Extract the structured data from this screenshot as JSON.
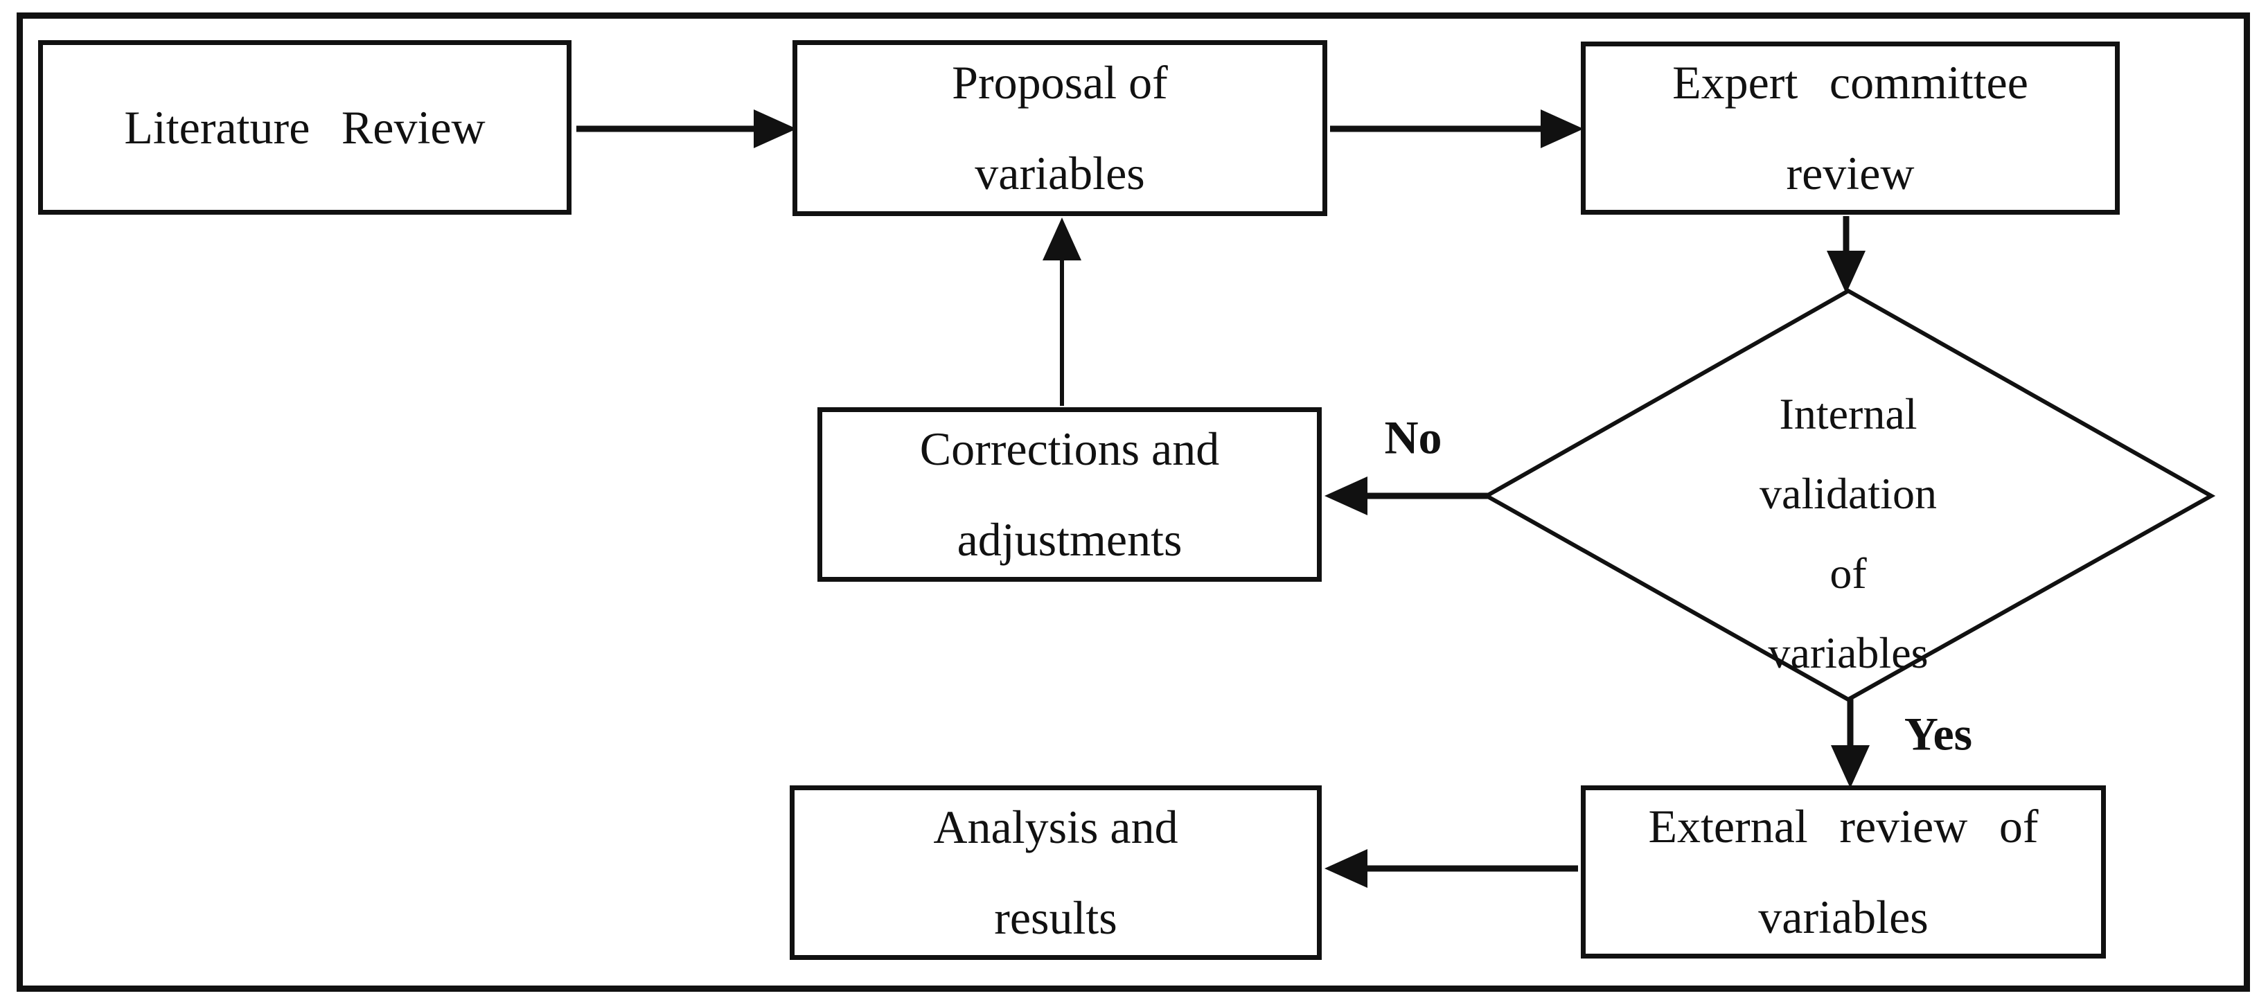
{
  "colors": {
    "ink": "#111111",
    "paper": "#ffffff"
  },
  "nodes": {
    "literature": {
      "label": "Literature Review"
    },
    "proposal": {
      "line1": "Proposal of",
      "line2": "variables"
    },
    "expert": {
      "line1": "Expert committee",
      "line2": "review"
    },
    "decision": {
      "line1": "Internal",
      "line2": "validation",
      "line3": "of",
      "line4": "variables"
    },
    "corrections": {
      "line1": "Corrections and",
      "line2": "adjustments"
    },
    "external": {
      "line1": "External review of",
      "line2": "variables"
    },
    "analysis": {
      "line1": "Analysis and",
      "line2": "results"
    }
  },
  "edge_labels": {
    "no": "No",
    "yes": "Yes"
  }
}
